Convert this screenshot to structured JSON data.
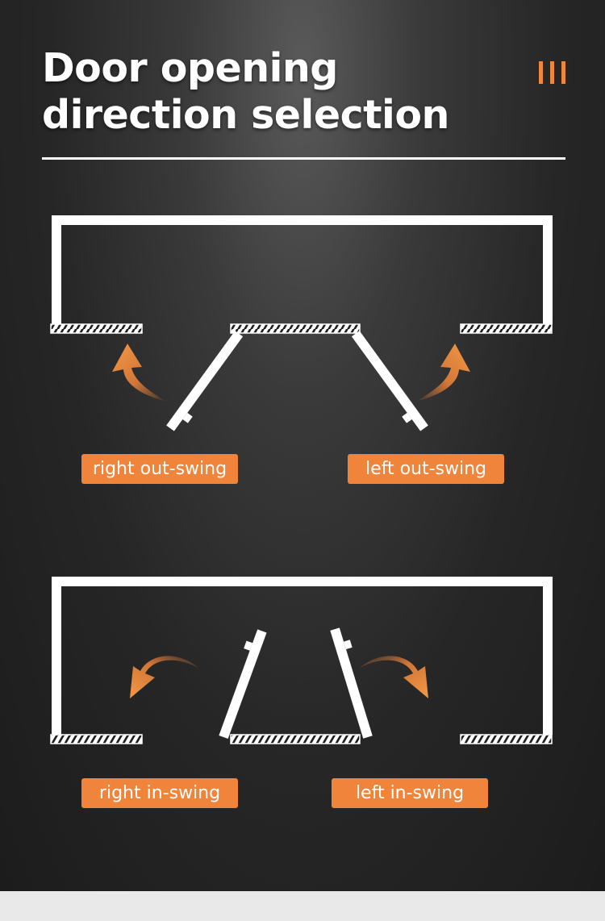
{
  "title": "Door opening direction selection",
  "colors": {
    "accent": "#f0843a",
    "line": "#ffffff",
    "background": "#262626"
  },
  "icons": [
    "stripe-bars-icon",
    "swing-arrow-icon"
  ],
  "diagrams": [
    {
      "label": "right out-swing"
    },
    {
      "label": "left out-swing"
    },
    {
      "label": "right in-swing"
    },
    {
      "label": "left in-swing"
    }
  ]
}
